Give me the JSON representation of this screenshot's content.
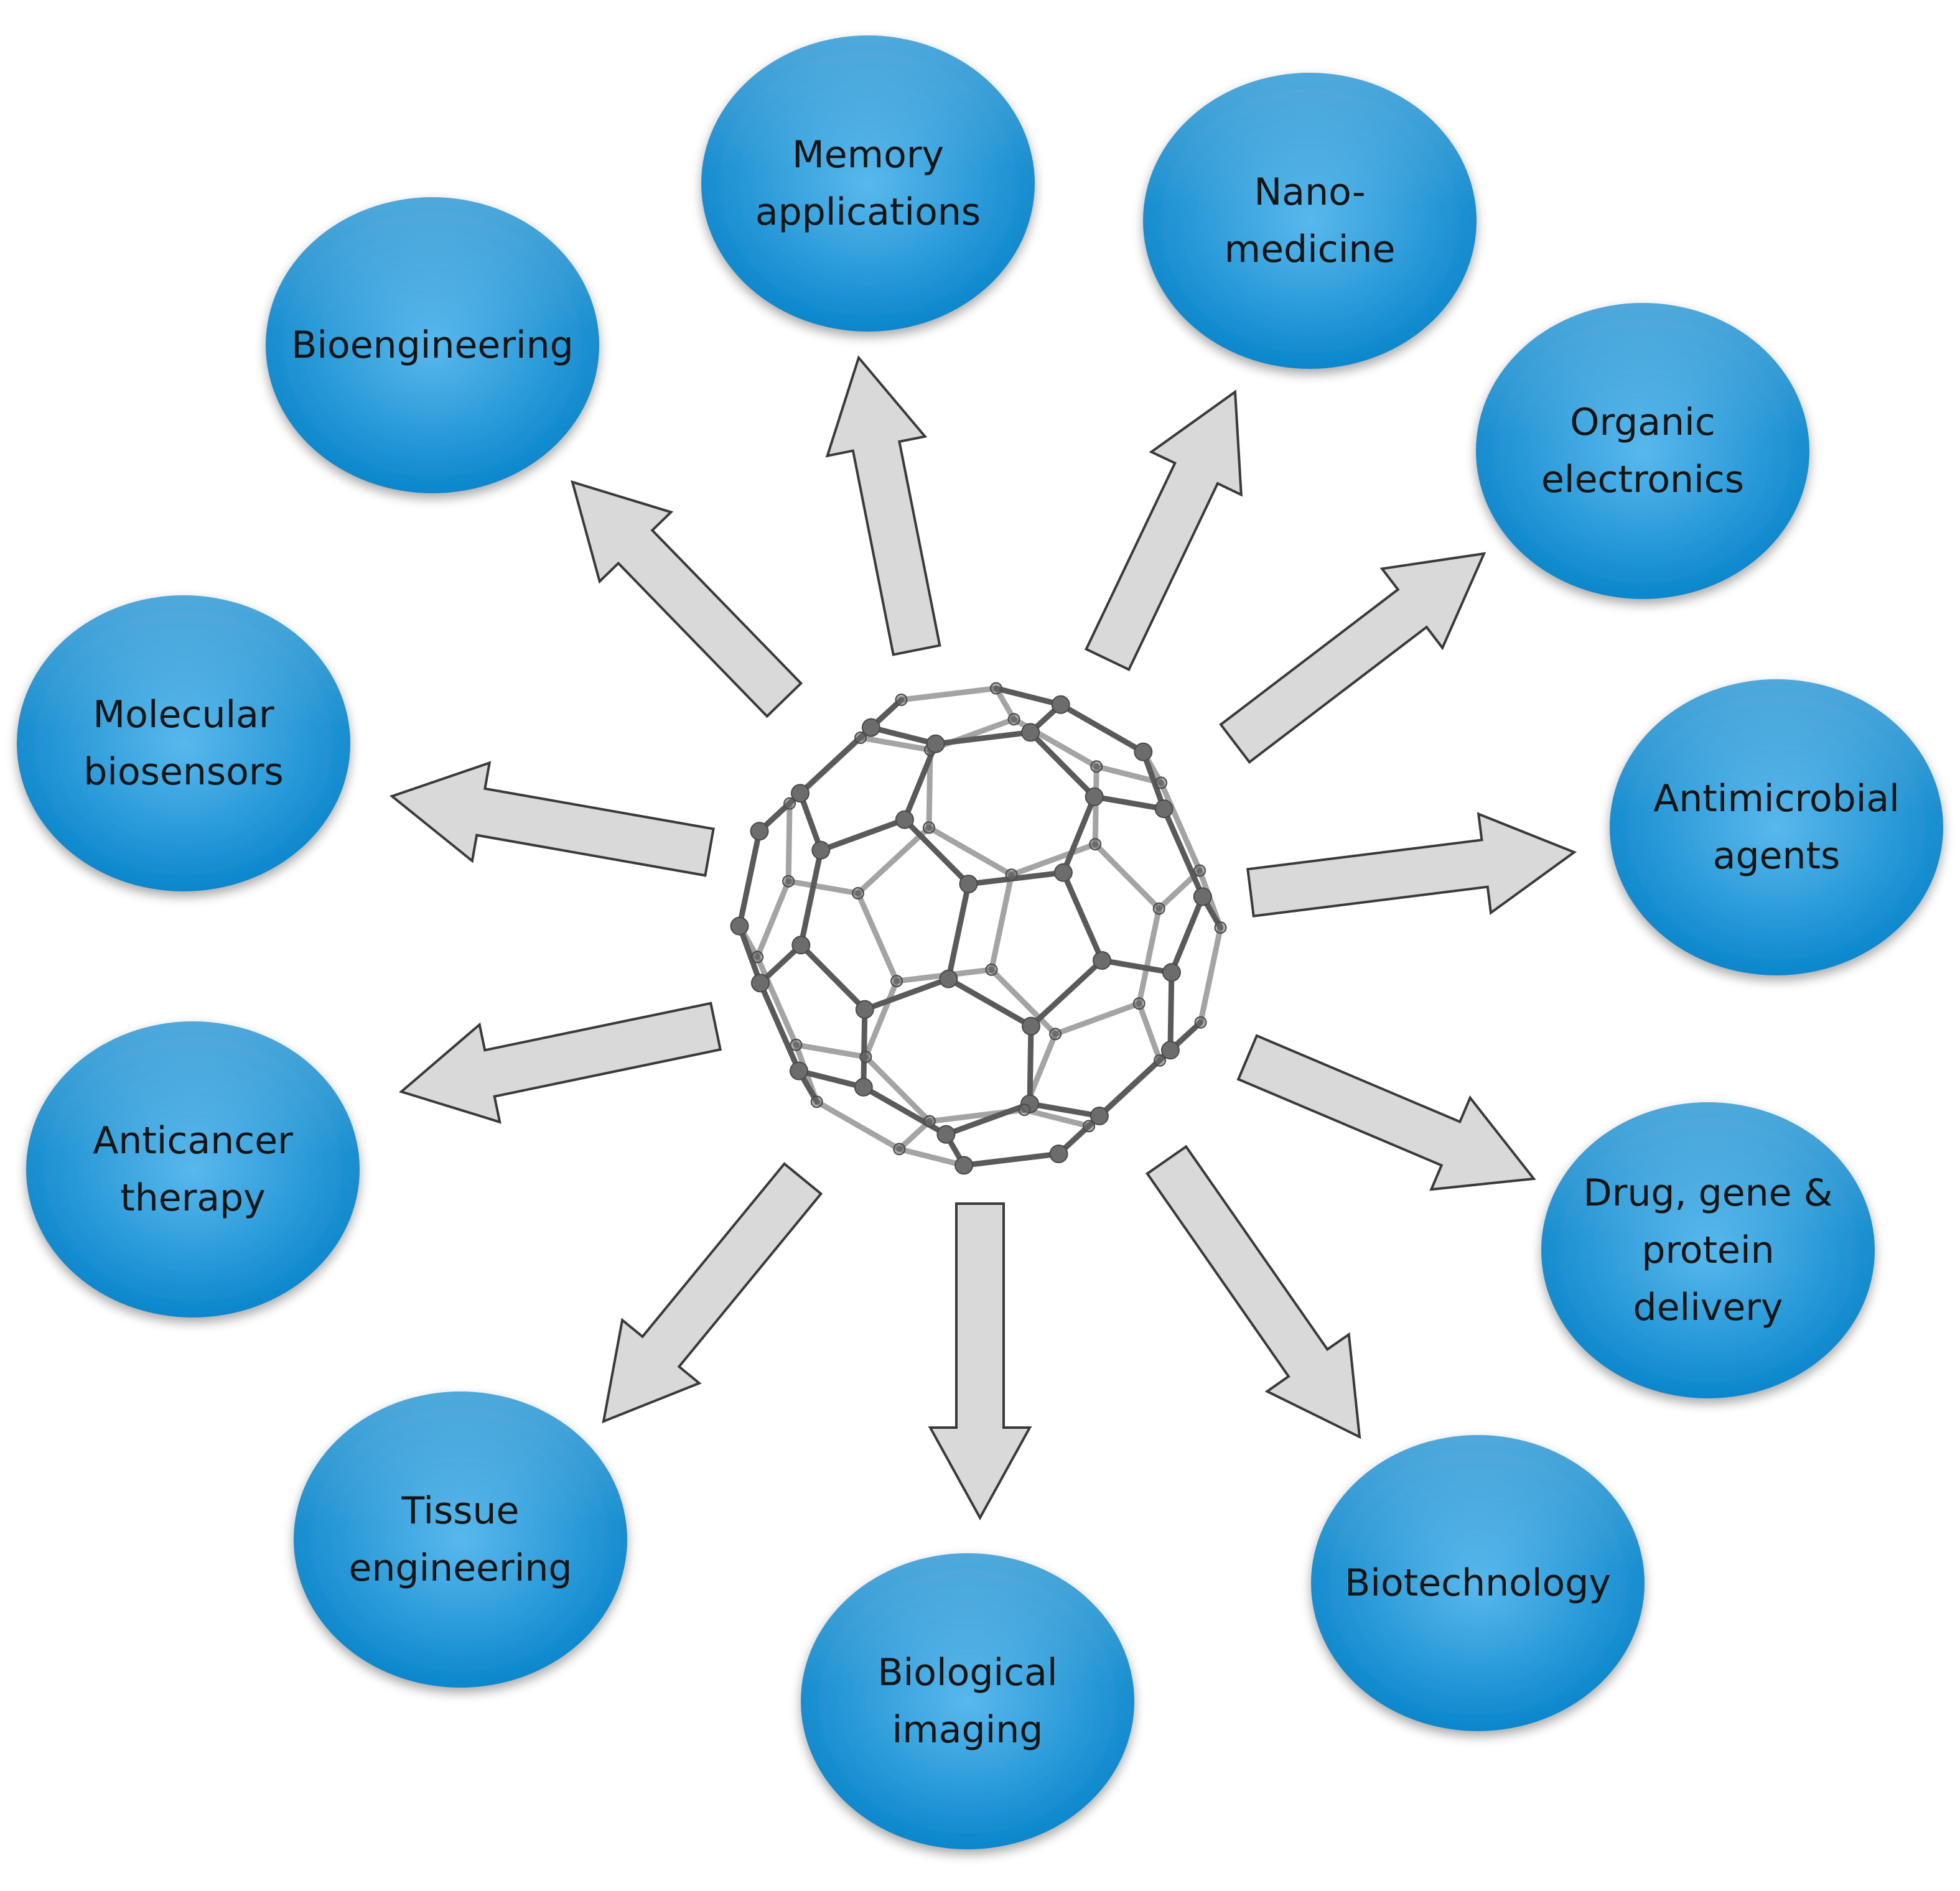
{
  "center": {
    "name": "fullerene-molecule"
  },
  "colors": {
    "node_fill_light": "#4fb4ec",
    "node_fill_dark": "#0a86cc",
    "arrow_fill": "#d9d9d9",
    "arrow_stroke": "#3a3a3a",
    "molecule": "#5a5a5a",
    "label_text": "#141414"
  },
  "nodes": [
    {
      "id": "memory-applications",
      "lines": [
        "Memory",
        "applications"
      ]
    },
    {
      "id": "nano-medicine",
      "lines": [
        "Nano-",
        "medicine"
      ]
    },
    {
      "id": "organic-electronics",
      "lines": [
        "Organic",
        "electronics"
      ]
    },
    {
      "id": "antimicrobial-agents",
      "lines": [
        "Antimicrobial",
        "agents"
      ]
    },
    {
      "id": "drug-gene-protein-delivery",
      "lines": [
        "Drug, gene &",
        "protein",
        "delivery"
      ]
    },
    {
      "id": "biotechnology",
      "lines": [
        "Biotechnology"
      ]
    },
    {
      "id": "biological-imaging",
      "lines": [
        "Biological",
        "imaging"
      ]
    },
    {
      "id": "tissue-engineering",
      "lines": [
        "Tissue",
        "engineering"
      ]
    },
    {
      "id": "anticancer-therapy",
      "lines": [
        "Anticancer",
        "therapy"
      ]
    },
    {
      "id": "molecular-biosensors",
      "lines": [
        "Molecular",
        "biosensors"
      ]
    },
    {
      "id": "bioengineering",
      "lines": [
        "Bioengineering"
      ]
    }
  ]
}
